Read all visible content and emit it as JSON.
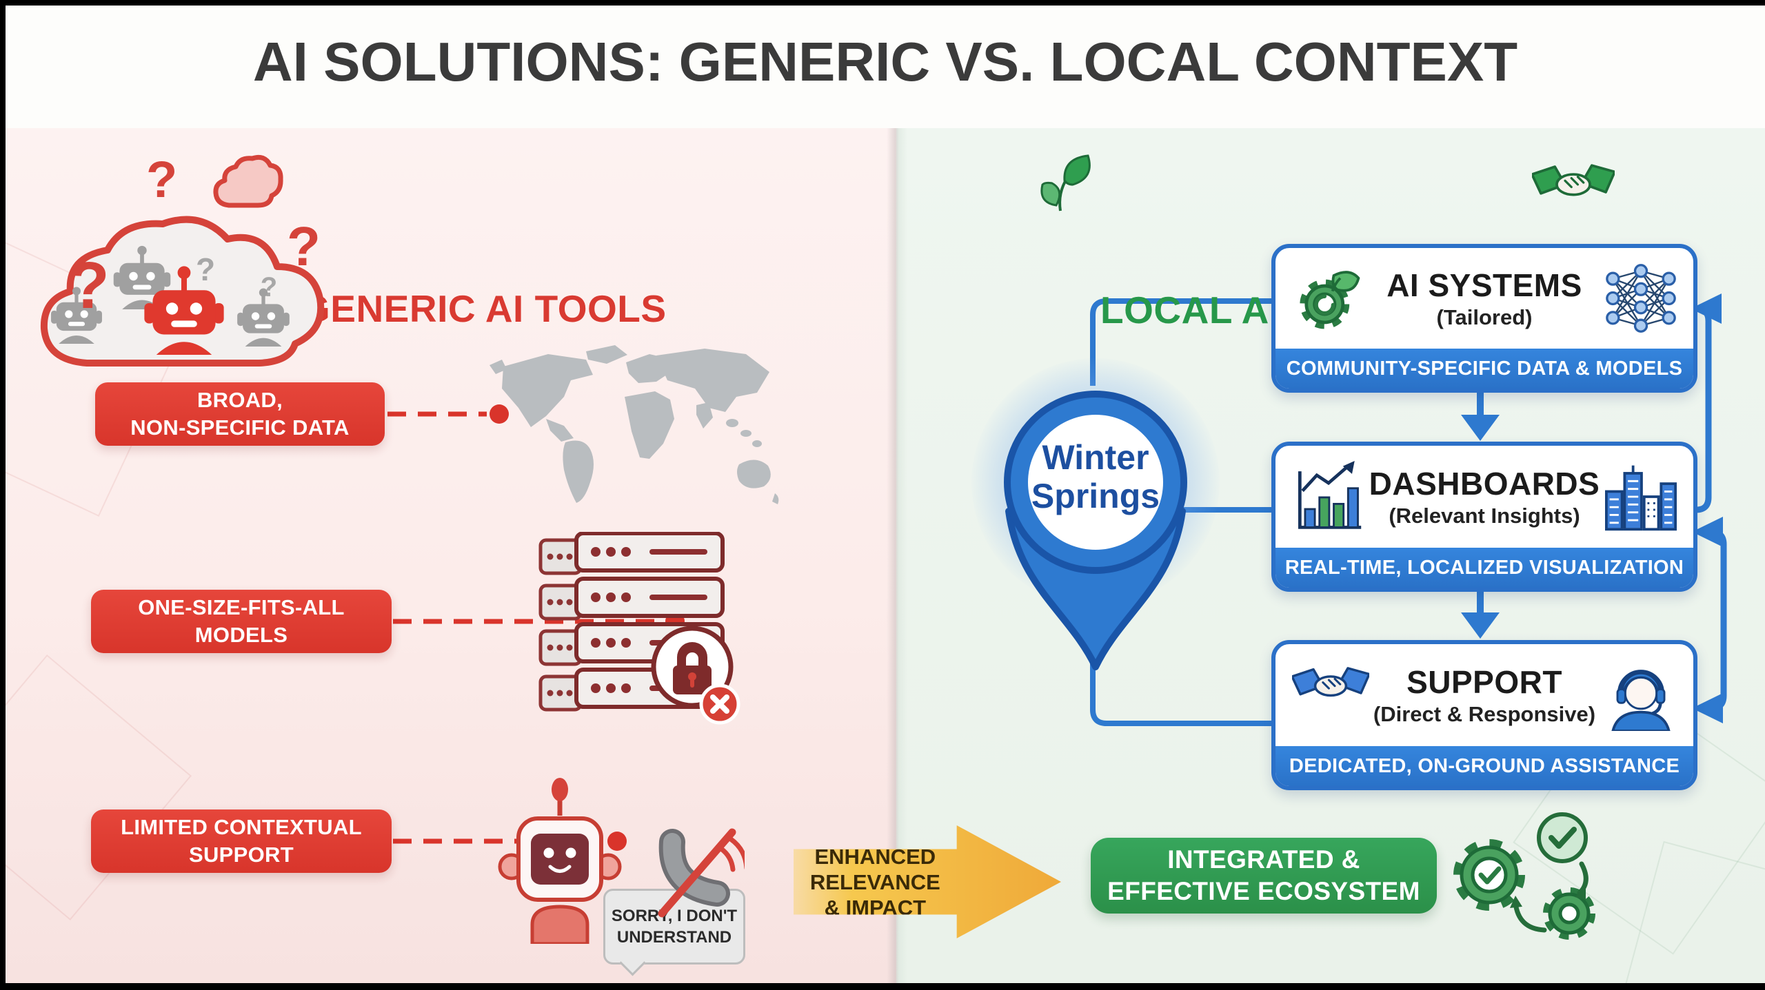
{
  "title": "AI SOLUTIONS: GENERIC VS. LOCAL CONTEXT",
  "left_panel": {
    "header_label": "GENERIC AI TOOLS",
    "question_glyph": "?",
    "pain_points": [
      {
        "line1": "BROAD,",
        "line2": "NON-SPECIFIC DATA",
        "target_icon": "world-map-icon"
      },
      {
        "line1": "ONE-SIZE-FITS-ALL",
        "line2": "MODELS",
        "target_icon": "locked-servers-icon"
      },
      {
        "line1": "LIMITED CONTEXTUAL",
        "line2": "SUPPORT",
        "target_icon": "confused-robot-icon"
      }
    ],
    "speech_bubble": {
      "line1": "SORRY, I DON'T",
      "line2": "UNDERSTAND"
    },
    "icons": [
      "cloud-icon",
      "cloud-robots-icon",
      "world-map-icon",
      "locked-servers-icon",
      "confused-robot-icon",
      "crossed-phone-icon"
    ]
  },
  "right_panel": {
    "header_label": "LOCAL AI SOLUTIONS",
    "location_pin": {
      "line1": "Winter",
      "line2": "Springs"
    },
    "flow_boxes": [
      {
        "title": "AI SYSTEMS",
        "subtitle": "(Tailored)",
        "banner": "COMMUNITY-SPECIFIC DATA & MODELS",
        "left_icon": "gear-leaf-icon",
        "right_icon": "neural-network-icon"
      },
      {
        "title": "DASHBOARDS",
        "subtitle": "(Relevant Insights)",
        "banner": "REAL-TIME, LOCALIZED VISUALIZATION",
        "left_icon": "bar-chart-icon",
        "right_icon": "city-icon"
      },
      {
        "title": "SUPPORT",
        "subtitle": "(Direct & Responsive)",
        "banner": "DEDICATED, ON-GROUND ASSISTANCE",
        "left_icon": "handshake-icon",
        "right_icon": "support-agent-icon"
      }
    ],
    "icons": [
      "leaf-icon",
      "handshake-icon",
      "location-pin-icon"
    ]
  },
  "footer": {
    "transition_arrow": {
      "line1": "ENHANCED",
      "line2": "RELEVANCE",
      "line3": "& IMPACT"
    },
    "result_box": {
      "line1": "INTEGRATED &",
      "line2": "EFFECTIVE ECOSYSTEM"
    },
    "icons": [
      "gears-check-icon"
    ]
  },
  "colors": {
    "generic_red": "#d93a31",
    "pain_box_red": "#e23a2e",
    "local_green": "#27984a",
    "ecosystem_green": "#2f9e50",
    "flow_blue": "#2e79cf",
    "banner_blue": "#2e7cd6",
    "pin_text_blue": "#1d4fa0",
    "arrow_yellow": "#f2b23c",
    "left_bg": "#fdf0ee",
    "right_bg": "#edf4ee"
  }
}
